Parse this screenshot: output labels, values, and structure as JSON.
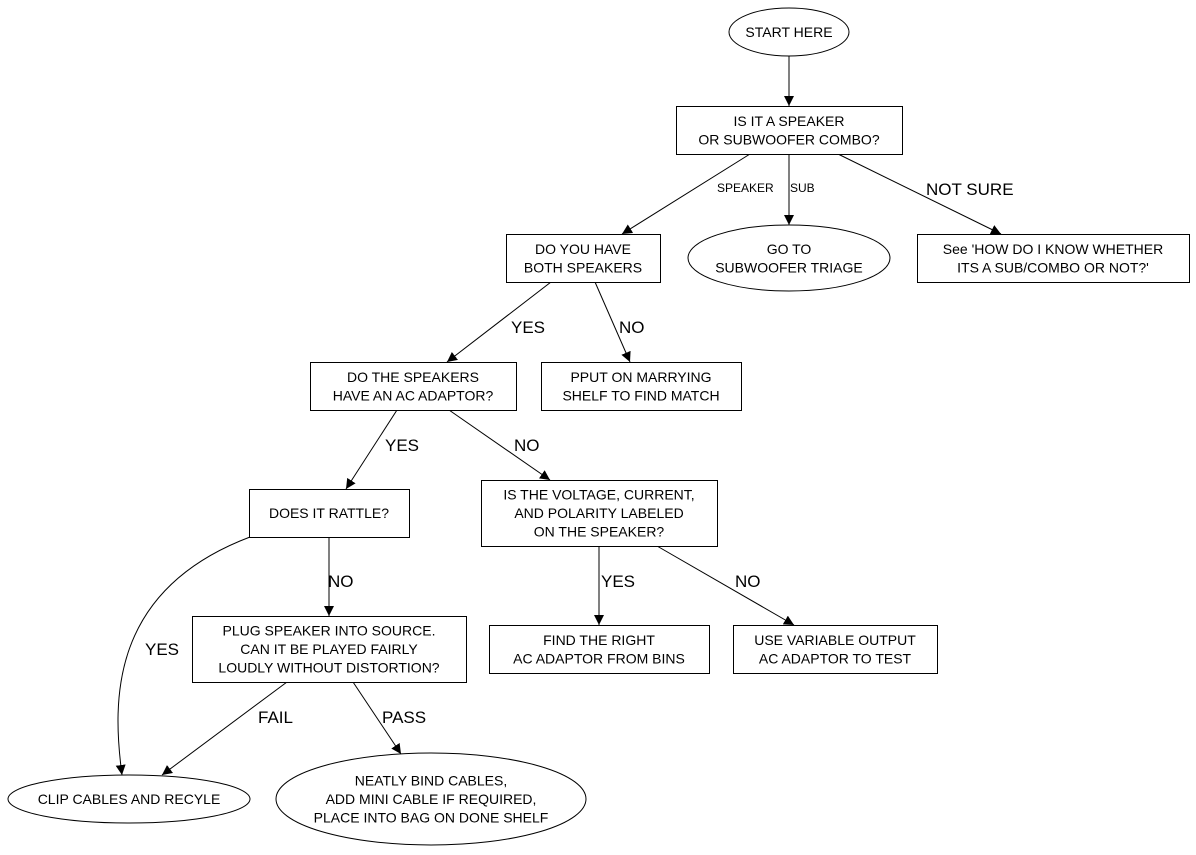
{
  "diagram": {
    "title": "Speaker triage flowchart",
    "nodes": [
      {
        "id": "start",
        "shape": "ellipse",
        "lines": [
          "START HERE"
        ]
      },
      {
        "id": "q_type",
        "shape": "box",
        "lines": [
          "IS IT A SPEAKER",
          "OR SUBWOOFER COMBO?"
        ]
      },
      {
        "id": "q_both",
        "shape": "box",
        "lines": [
          "DO YOU HAVE",
          "BOTH SPEAKERS"
        ]
      },
      {
        "id": "sub_triage",
        "shape": "ellipse",
        "lines": [
          "GO TO",
          "SUBWOOFER TRIAGE"
        ]
      },
      {
        "id": "see_how",
        "shape": "box",
        "lines": [
          "See 'HOW DO I KNOW WHETHER",
          "ITS A SUB/COMBO OR NOT?'"
        ]
      },
      {
        "id": "q_adaptor",
        "shape": "box",
        "lines": [
          "DO THE SPEAKERS",
          "HAVE AN AC ADAPTOR?"
        ]
      },
      {
        "id": "marrying",
        "shape": "box",
        "lines": [
          "PPUT ON MARRYING",
          "SHELF TO FIND MATCH"
        ]
      },
      {
        "id": "q_rattle",
        "shape": "box",
        "lines": [
          "DOES IT RATTLE?"
        ]
      },
      {
        "id": "q_labeled",
        "shape": "box",
        "lines": [
          "IS THE VOLTAGE, CURRENT,",
          "AND POLARITY LABELED",
          "ON THE SPEAKER?"
        ]
      },
      {
        "id": "q_plug",
        "shape": "box",
        "lines": [
          "PLUG SPEAKER INTO SOURCE.",
          "CAN IT BE PLAYED FAIRLY",
          "LOUDLY WITHOUT DISTORTION?"
        ]
      },
      {
        "id": "find_adaptor",
        "shape": "box",
        "lines": [
          "FIND THE RIGHT",
          "AC ADAPTOR FROM BINS"
        ]
      },
      {
        "id": "variable_adaptor",
        "shape": "box",
        "lines": [
          "USE VARIABLE OUTPUT",
          "AC ADAPTOR TO TEST"
        ]
      },
      {
        "id": "recycle",
        "shape": "ellipse",
        "lines": [
          "CLIP CABLES AND RECYLE"
        ]
      },
      {
        "id": "done",
        "shape": "ellipse",
        "lines": [
          "NEATLY BIND CABLES,",
          "ADD MINI CABLE IF REQUIRED,",
          "PLACE INTO BAG ON DONE SHELF"
        ]
      }
    ],
    "edges": [
      {
        "from": "start",
        "to": "q_type",
        "label": ""
      },
      {
        "from": "q_type",
        "to": "q_both",
        "label": "SPEAKER"
      },
      {
        "from": "q_type",
        "to": "sub_triage",
        "label": "SUB"
      },
      {
        "from": "q_type",
        "to": "see_how",
        "label": "NOT SURE"
      },
      {
        "from": "q_both",
        "to": "q_adaptor",
        "label": "YES"
      },
      {
        "from": "q_both",
        "to": "marrying",
        "label": "NO"
      },
      {
        "from": "q_adaptor",
        "to": "q_rattle",
        "label": "YES"
      },
      {
        "from": "q_adaptor",
        "to": "q_labeled",
        "label": "NO"
      },
      {
        "from": "q_rattle",
        "to": "q_plug",
        "label": "NO"
      },
      {
        "from": "q_rattle",
        "to": "recycle",
        "label": "YES"
      },
      {
        "from": "q_labeled",
        "to": "find_adaptor",
        "label": "YES"
      },
      {
        "from": "q_labeled",
        "to": "variable_adaptor",
        "label": "NO"
      },
      {
        "from": "q_plug",
        "to": "recycle",
        "label": "FAIL"
      },
      {
        "from": "q_plug",
        "to": "done",
        "label": "PASS"
      }
    ]
  }
}
